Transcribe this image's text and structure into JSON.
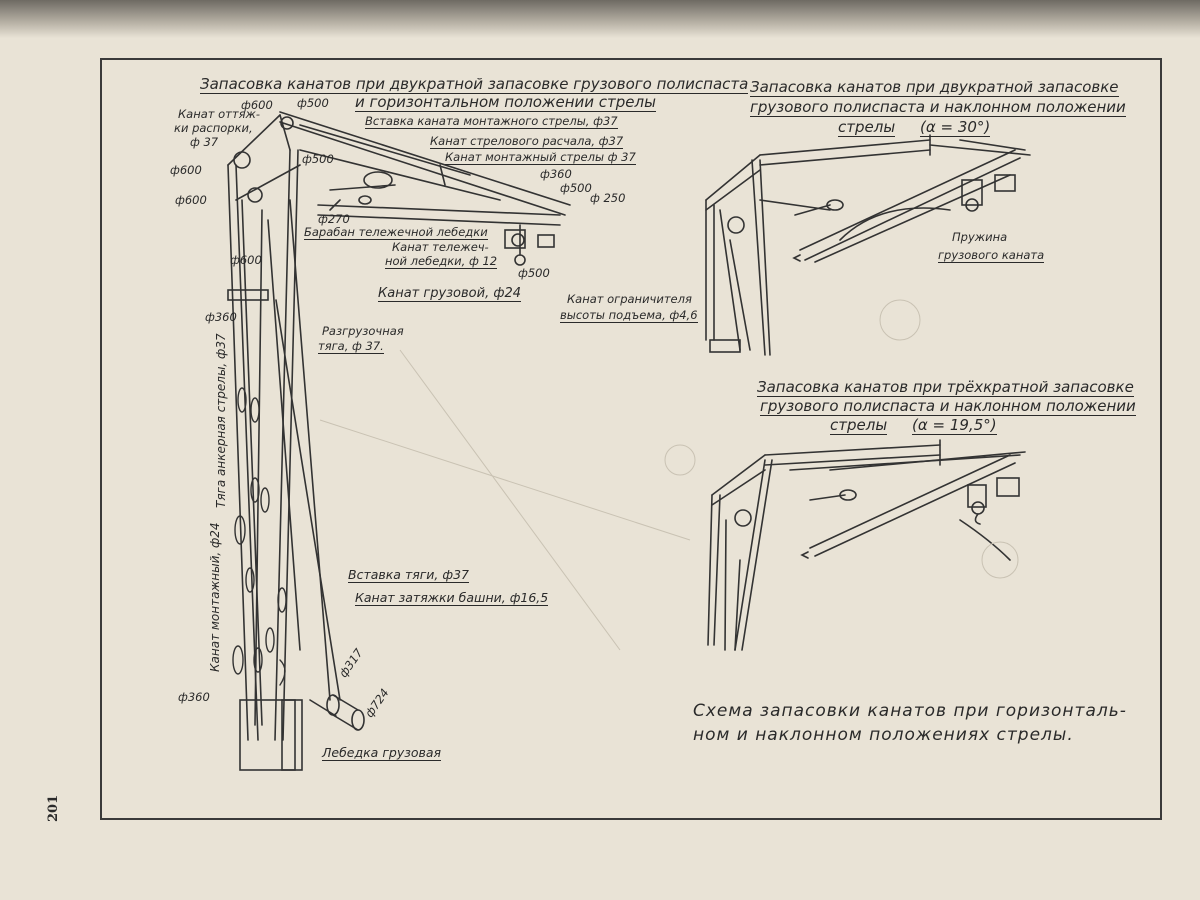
{
  "page_number": "201",
  "caption": {
    "line1": "Схема запасовки канатов при горизонталь-",
    "line2": "ном и наклонном положениях стрелы."
  },
  "main_figure": {
    "title_line1": "Запасовка канатов при двукратной запасовке грузового полиспаста",
    "title_line2": "и горизонтальном положении стрелы",
    "labels": {
      "d600_top": "ф600",
      "d500_top": "ф500",
      "insert_mount_rope": "Вставка каната монтажного стрелы, ф37",
      "guy_rope": "Канат оттяж-",
      "guy_rope2": "ки распорки,",
      "guy_rope3": "ф 37",
      "boom_rope": "Канат стрелового расчала, ф37",
      "mount_rope_boom": "Канат монтажный стрелы ф 37",
      "d600_a": "ф600",
      "d600_b": "ф600",
      "d500_a": "ф500",
      "d360_a": "ф360",
      "d500_b": "ф500",
      "d250": "ф 250",
      "d270": "ф270",
      "trolley_drum": "Барабан тележечной лебедки",
      "trolley_rope1": "Канат тележеч-",
      "trolley_rope2": "ной лебедки, ф 12",
      "d500_c": "ф500",
      "cargo_rope": "Канат грузовой, ф24",
      "limiter_rope1": "Канат ограничителя",
      "limiter_rope2": "высоты подъема, ф4,6",
      "d600_c": "ф600",
      "d360_b": "ф360",
      "unload_rod1": "Разгрузочная",
      "unload_rod2": "тяга, ф 37.",
      "anchor_rod": "Тяга анкерная стрелы, ф37",
      "mount_rope": "Канат монтажный, ф24",
      "rod_insert": "Вставка тяги, ф37",
      "tower_tie": "Канат затяжки башни, ф16,5",
      "d360_c": "ф360",
      "d317": "ф317",
      "d724": "ф724",
      "cargo_winch": "Лебедка грузовая"
    }
  },
  "figure_30": {
    "title_line1": "Запасовка канатов при двукратной запасовке",
    "title_line2": "грузового полиспаста и наклонном положении",
    "title_line3": "стрелы",
    "angle": "(α = 30°)",
    "spring1": "Пружина",
    "spring2": "грузового каната"
  },
  "figure_19": {
    "title_line1": "Запасовка канатов при трёхкратной запасовке",
    "title_line2": "грузового полиспаста и наклонном положении",
    "title_line3": "стрелы",
    "angle": "(α = 19,5°)"
  }
}
